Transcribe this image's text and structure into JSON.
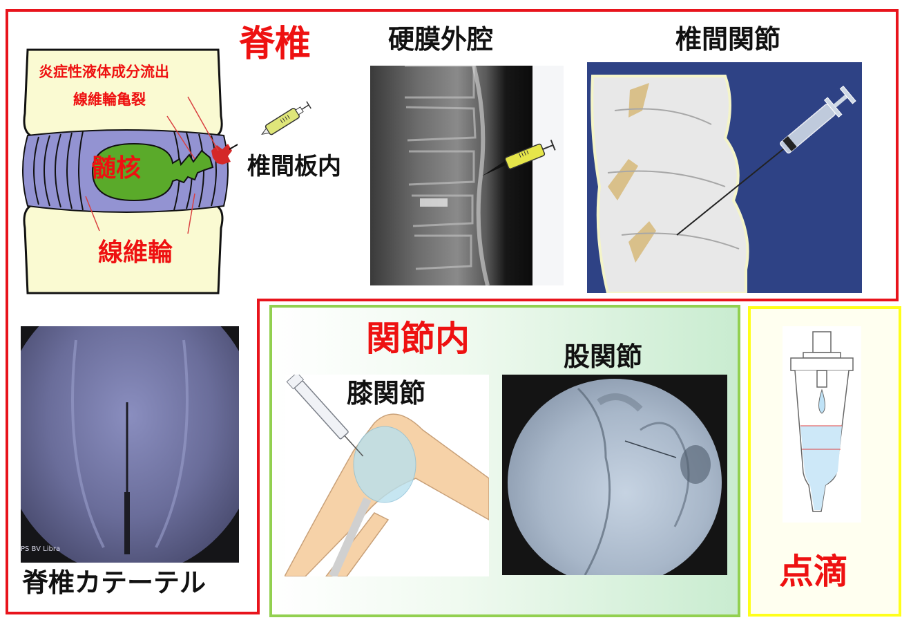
{
  "spine_section": {
    "title": "脊椎",
    "disc_diagram": {
      "label_inflammatory": "炎症性液体成分流出",
      "label_annulus_tear": "線維輪亀裂",
      "label_nucleus": "髄核",
      "label_annulus": "線維輪",
      "label_intradiscal": "椎間板内"
    },
    "epidural": {
      "title": "硬膜外腔"
    },
    "facet_joint": {
      "title": "椎間関節"
    },
    "catheter": {
      "title": "脊椎カテーテル",
      "watermark": "PS BV Libra"
    }
  },
  "joint_section": {
    "title": "関節内",
    "knee": {
      "title": "膝関節"
    },
    "hip": {
      "title": "股関節"
    }
  },
  "iv_section": {
    "title": "点滴"
  },
  "colors": {
    "spine_border": "#e8141c",
    "joint_border": "#92d050",
    "iv_border": "#ffff1a",
    "title_red": "#ee1111",
    "disc_purple": "#8f8fcc",
    "nucleus_green": "#5aaa2a",
    "bone_cream": "#fafad2",
    "facet_bg": "#2e4285"
  }
}
